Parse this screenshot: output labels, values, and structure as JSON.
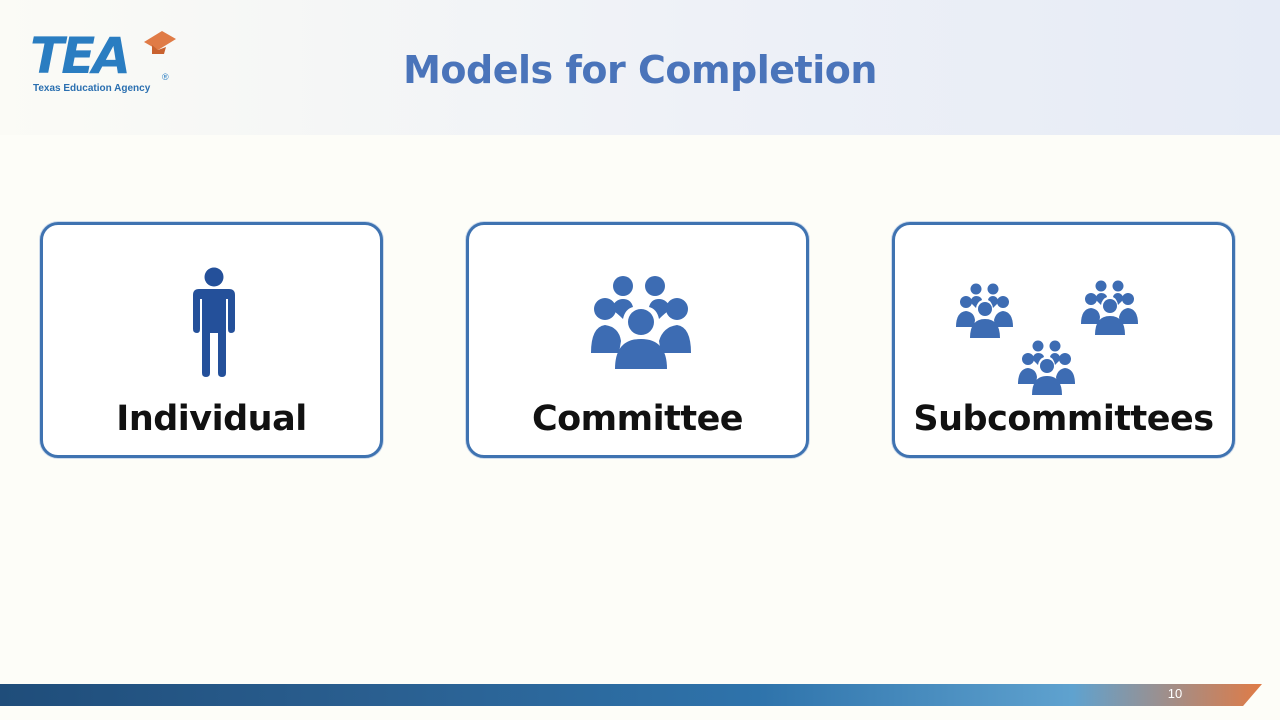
{
  "logo": {
    "letters": "TEA",
    "registered": "®",
    "subtitle": "Texas Education Agency"
  },
  "slide": {
    "title": "Models for Completion",
    "page_number": "10"
  },
  "cards": [
    {
      "label": "Individual",
      "icon": "person-icon"
    },
    {
      "label": "Committee",
      "icon": "group-icon"
    },
    {
      "label": "Subcommittees",
      "icon": "multiple-groups-icon"
    }
  ],
  "colors": {
    "title": "#4a74ba",
    "card_border": "#3f73b1",
    "icon": "#3d6cb3",
    "logo": "#2a7dc1",
    "logo_cap": "#e07b46"
  }
}
